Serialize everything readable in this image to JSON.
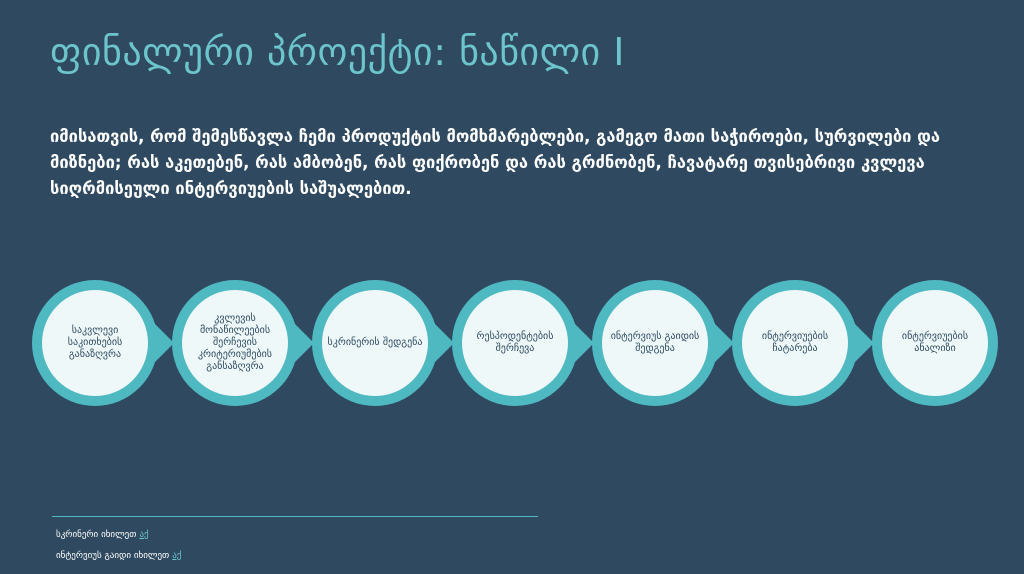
{
  "slide": {
    "title": "ფინალური პროექტი: ნაწილი I",
    "intro": "იმისათვის, რომ შემესწავლა ჩემი პროდუქტის მომხმარებლები, გამეგო მათი საჭიროები, სურვილები და მიზნები; რას აკეთებენ, რას ამბობენ, რას ფიქრობენ და რას გრძნობენ, ჩავატარე თვისებრივი კვლევა სიღრმისეული ინტერვიუების საშუალებით."
  },
  "colors": {
    "background": "#2f4a60",
    "accent": "#4fb9c2",
    "circle_fill": "#eef8f8",
    "title": "#6cc4cc"
  },
  "steps": [
    {
      "label": "საკვლევი საკითხების განაზღვრა"
    },
    {
      "label": "კვლევის მონაწილეების შერჩევის კრიტერიუმების განსაზღვრა"
    },
    {
      "label": "სკრინერის შედგენა"
    },
    {
      "label": "რესპოდენტების შერჩევა"
    },
    {
      "label": "ინტერვიუს გაიდის შედგენა"
    },
    {
      "label": "ინტერვიუების ჩატარება"
    },
    {
      "label": "ინტერვიუების ანალიზი"
    }
  ],
  "footer": {
    "note1_text": "სკრინერი იხილეთ",
    "note1_link": "აქ",
    "note2_text": "ინტერვიუს გაიდი იხილეთ",
    "note2_link": "აქ"
  }
}
